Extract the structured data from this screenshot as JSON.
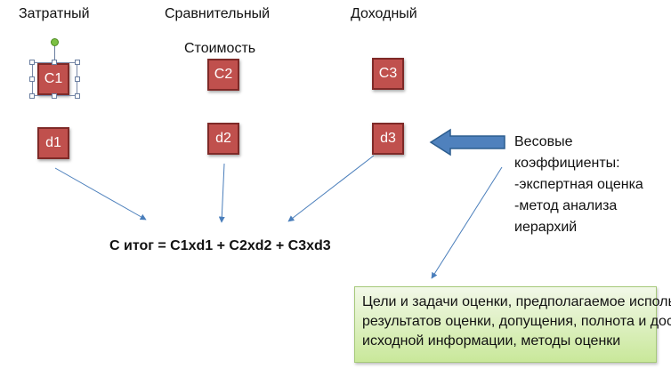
{
  "headers": {
    "cost": "Затратный",
    "comparative": "Сравнительный",
    "income": "Доходный",
    "value": "Стоимость"
  },
  "boxes": {
    "c1": "C1",
    "c2": "C2",
    "c3": "C3",
    "d1": "d1",
    "d2": "d2",
    "d3": "d3"
  },
  "formula": "С итог = C1xd1 +  C2xd2 +  C3xd3",
  "weights": {
    "title": "Весовые",
    "line2": "коэффициенты:",
    "line3": "-экспертная оценка",
    "line4": "-метод анализа",
    "line5": "иерархий"
  },
  "goals": {
    "line1": "Цели и задачи оценки, предполагаемое использование",
    "line2": "результатов оценки, допущения, полнота и достоверность",
    "line3": "исходной информации, методы оценки"
  },
  "colors": {
    "box_fill": "#c0504d",
    "box_border": "#7f2a28",
    "arrow_blue": "#4f81bd",
    "connector": "#4a7ebb",
    "goals_fill": "#c9e89a"
  }
}
